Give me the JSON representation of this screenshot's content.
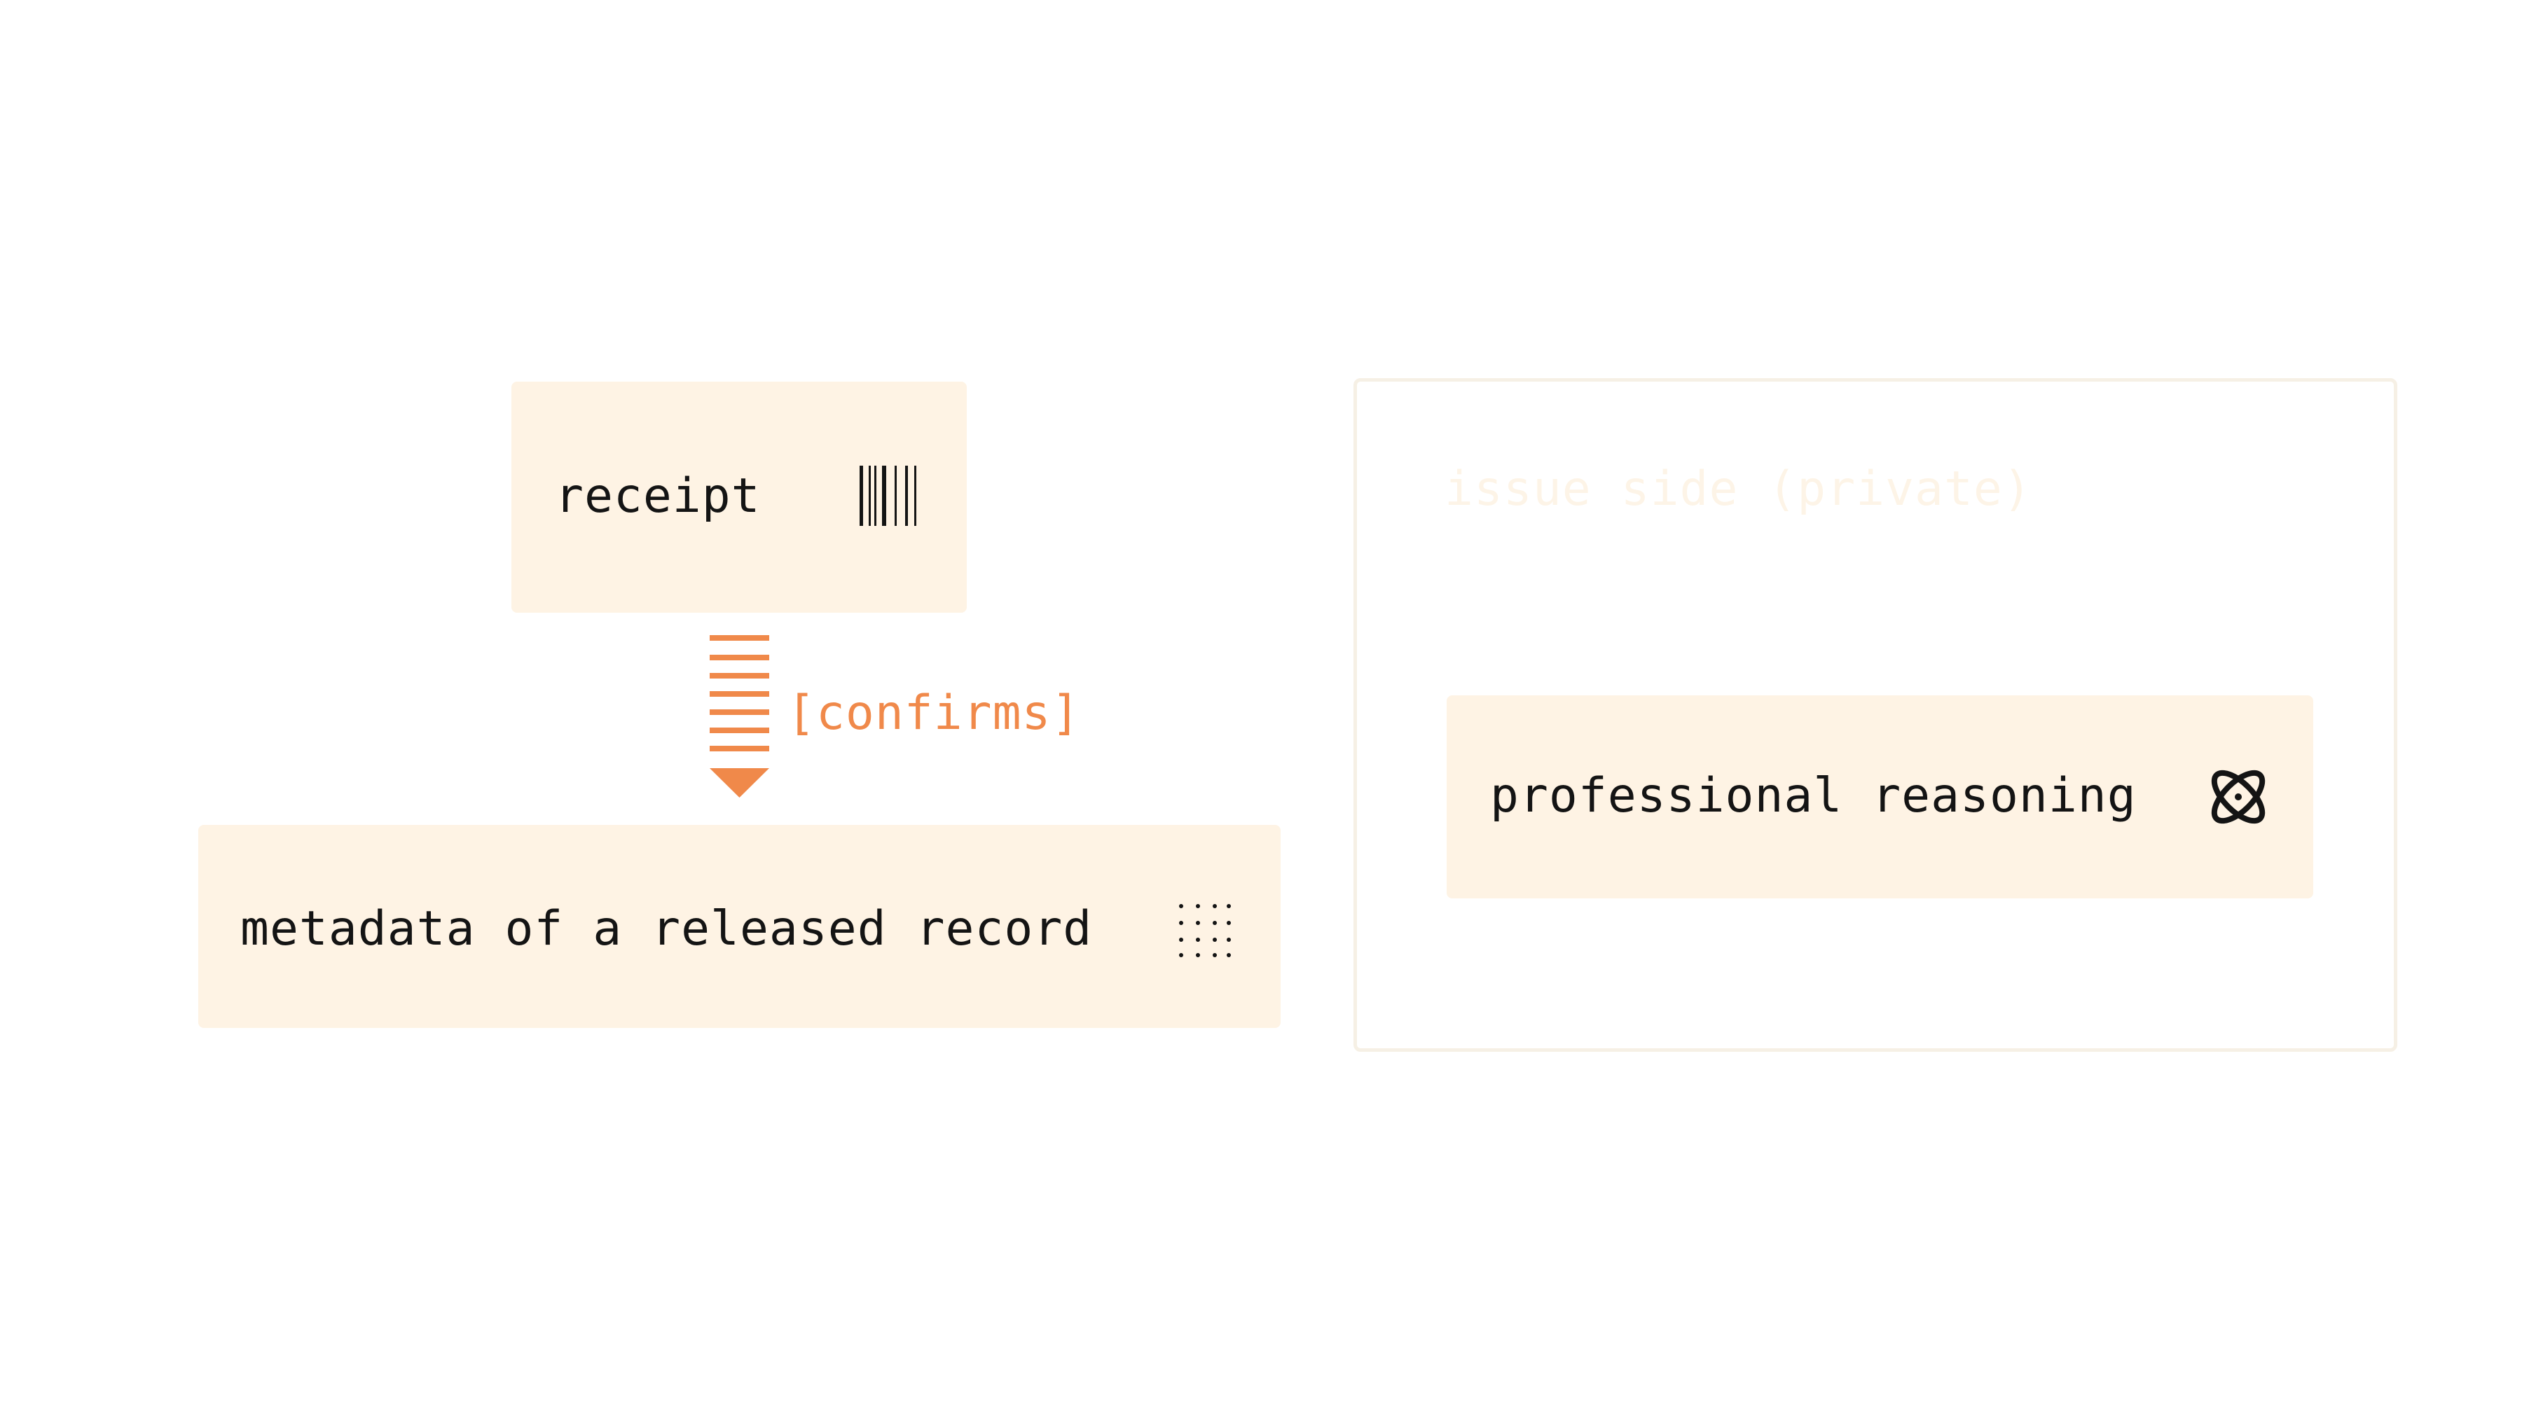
{
  "nodes": {
    "receipt": {
      "label": "receipt",
      "icon": "barcode-icon"
    },
    "metadata": {
      "label": "metadata of a released record",
      "icon": "dot-grid-icon"
    },
    "reasoning": {
      "label": "professional reasoning",
      "icon": "atom-icon"
    }
  },
  "edge": {
    "label": "[confirms]",
    "color": "#f0894a"
  },
  "panel": {
    "title": "issue side (private)"
  },
  "colors": {
    "box_fill": "#fef3e4",
    "accent": "#f0894a",
    "panel_border": "#f6f0e5",
    "text": "#141414"
  }
}
